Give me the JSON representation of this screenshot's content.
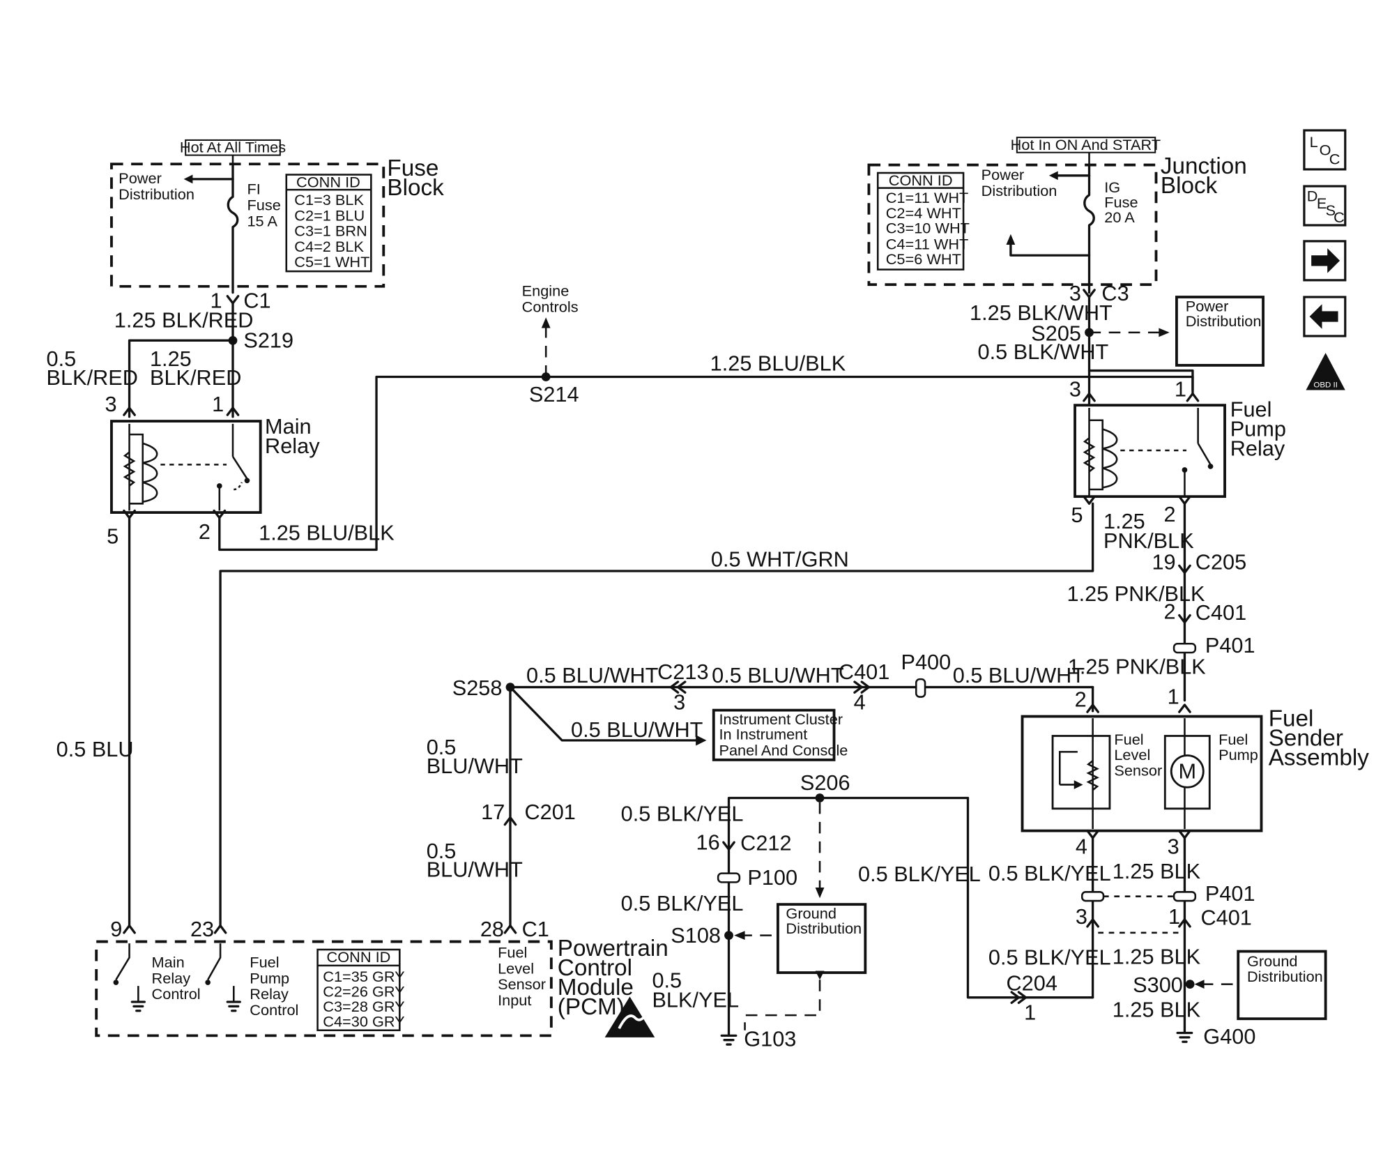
{
  "hot_always": "Hot At All Times",
  "hot_on_start": "Hot In ON And START",
  "fuse_block": {
    "title1": "Fuse",
    "title2": "Block",
    "power_dist1": "Power",
    "power_dist2": "Distribution",
    "fuse1": "FI",
    "fuse2": "Fuse",
    "fuse3": "15 A",
    "conn_title": "CONN ID",
    "conn": [
      "C1=3 BLK",
      "C2=1 BLU",
      "C3=1 BRN",
      "C4=2 BLK",
      "C5=1 WHT"
    ]
  },
  "junction_block": {
    "title1": "Junction",
    "title2": "Block",
    "power_dist1": "Power",
    "power_dist2": "Distribution",
    "fuse1": "IG",
    "fuse2": "Fuse",
    "fuse3": "20 A",
    "conn_title": "CONN ID",
    "conn": [
      "C1=11 WHT",
      "C2=4 WHT",
      "C3=10 WHT",
      "C4=11 WHT",
      "C5=6 WHT"
    ]
  },
  "pcm": {
    "title1": "Powertrain",
    "title2": "Control",
    "title3": "Module",
    "title4": "(PCM)",
    "main_relay_ctrl": [
      "Main",
      "Relay",
      "Control"
    ],
    "fuel_pump_relay_ctrl": [
      "Fuel",
      "Pump",
      "Relay",
      "Control"
    ],
    "fuel_level_input": [
      "Fuel",
      "Level",
      "Sensor",
      "Input"
    ],
    "conn_title": "CONN ID",
    "conn": [
      "C1=35 GRY",
      "C2=26 GRY",
      "C3=28 GRY",
      "C4=30 GRY"
    ]
  },
  "main_relay": {
    "l1": "Main",
    "l2": "Relay"
  },
  "fuel_pump_relay": {
    "l1": "Fuel",
    "l2": "Pump",
    "l3": "Relay"
  },
  "fuel_sender": {
    "l1": "Fuel",
    "l2": "Sender",
    "l3": "Assembly",
    "sensor": [
      "Fuel",
      "Level",
      "Sensor"
    ],
    "pump": [
      "Fuel",
      "Pump"
    ],
    "motor": "M"
  },
  "engine_controls": [
    "Engine",
    "Controls"
  ],
  "power_distribution": [
    "Power",
    "Distribution"
  ],
  "ground_distribution": [
    "Ground",
    "Distribution"
  ],
  "instrument_cluster": [
    "Instrument Cluster",
    "In Instrument",
    "Panel And Console"
  ],
  "nav": {
    "loc": [
      "L",
      "O",
      "C"
    ],
    "desc": [
      "D",
      "E",
      "S",
      "C"
    ],
    "obd": "OBD II"
  },
  "wires": {
    "blk_red_125": "1.25 BLK/RED",
    "blk_red_05a": "0.5",
    "blk_red_05b": "BLK/RED",
    "blk_red_125a": "1.25",
    "blk_red_125b": "BLK/RED",
    "blu_blk_top": "1.25 BLU/BLK",
    "blu_blk_bot": "1.25 BLU/BLK",
    "blk_wht_125": "1.25 BLK/WHT",
    "blk_wht_05": "0.5 BLK/WHT",
    "pnk_blk_a": "1.25",
    "pnk_blk_b": "PNK/BLK",
    "pnk_blk_2": "1.25 PNK/BLK",
    "pnk_blk_3": "1.25 PNK/BLK",
    "wht_grn": "0.5 WHT/GRN",
    "blu": "0.5 BLU",
    "blu_wht_1": "0.5 BLU/WHT",
    "blu_wht_2": "0.5 BLU/WHT",
    "blu_wht_3": "0.5 BLU/WHT",
    "blu_wht_4": "0.5 BLU/WHT",
    "blu_wht_5a": "0.5",
    "blu_wht_5b": "BLU/WHT",
    "blu_wht_6a": "0.5",
    "blu_wht_6b": "BLU/WHT",
    "blk_yel_1": "0.5 BLK/YEL",
    "blk_yel_2": "0.5 BLK/YEL",
    "blk_yel_3": "0.5 BLK/YEL",
    "blk_yel_4": "0.5 BLK/YEL",
    "blk_yel_5": "0.5 BLK/YEL",
    "blk_yel_6a": "0.5",
    "blk_yel_6b": "BLK/YEL",
    "blk_125_1": "1.25 BLK",
    "blk_125_2": "1.25 BLK",
    "blk_125_3": "1.25 BLK"
  },
  "nodes": {
    "s219": "S219",
    "s214": "S214",
    "s205": "S205",
    "s258": "S258",
    "s206": "S206",
    "s108": "S108",
    "s300": "S300",
    "c1_top": "C1",
    "c3_top": "C3",
    "c205": "C205",
    "c401_a": "C401",
    "c401_b": "C401",
    "c401_c": "C401",
    "c213": "C213",
    "c201": "C201",
    "c212": "C212",
    "c204": "C204",
    "c1_pcm": "C1",
    "p401_a": "P401",
    "p401_b": "P401",
    "p400": "P400",
    "p100": "P100",
    "g103": "G103",
    "g400": "G400"
  },
  "pins": {
    "p_c1_top": "1",
    "p_mr3": "3",
    "p_mr1": "1",
    "p_mr5": "5",
    "p_mr2": "2",
    "p_c3_top": "3",
    "p_fpr3": "3",
    "p_fpr1": "1",
    "p_fpr5": "5",
    "p_fpr2": "2",
    "p_c205": "19",
    "p_c401a": "2",
    "p_fs2": "2",
    "p_fs1": "1",
    "p_fs4": "4",
    "p_fs3": "3",
    "p_c401c_3": "3",
    "p_c401c_1": "1",
    "p_c213": "3",
    "p_c401b": "4",
    "p_c201": "17",
    "p_c212": "16",
    "p_c204": "1",
    "p_pcm9": "9",
    "p_pcm23": "23",
    "p_pcm28": "28"
  }
}
